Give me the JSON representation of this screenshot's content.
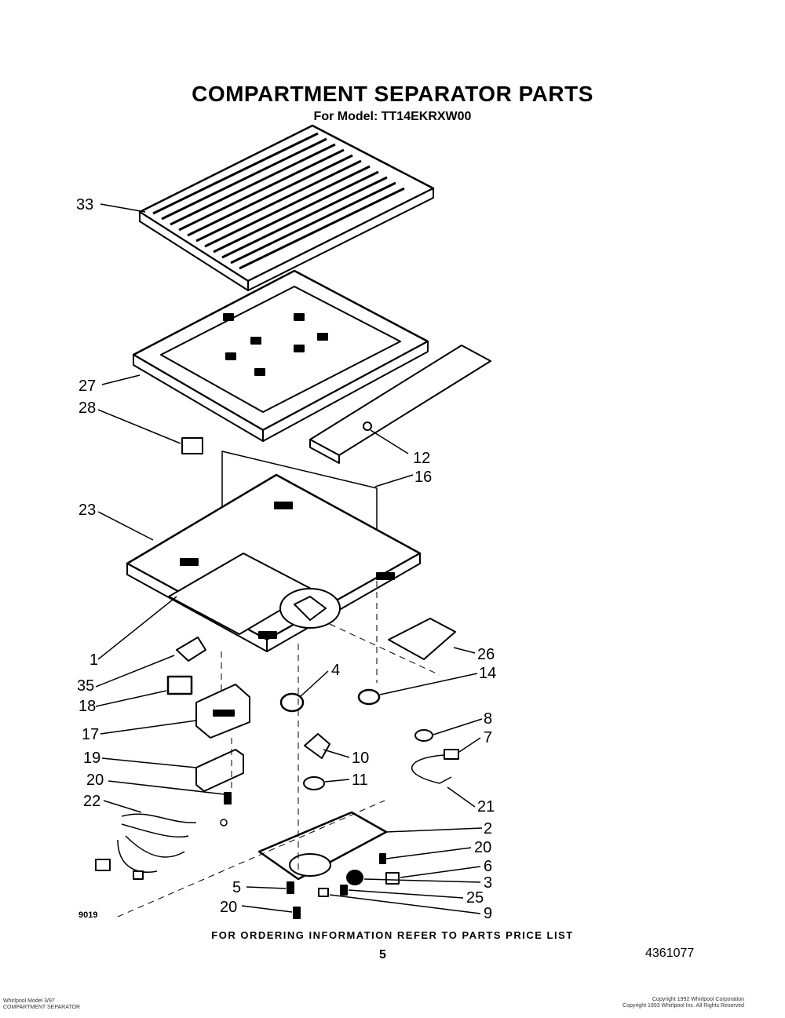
{
  "header": {
    "title": "COMPARTMENT SEPARATOR PARTS",
    "model": "For Model: TT14EKRXW00"
  },
  "callouts": [
    {
      "id": "c33",
      "label": "33"
    },
    {
      "id": "c27",
      "label": "27"
    },
    {
      "id": "c28",
      "label": "28"
    },
    {
      "id": "c12",
      "label": "12"
    },
    {
      "id": "c16",
      "label": "16"
    },
    {
      "id": "c23",
      "label": "23"
    },
    {
      "id": "c1",
      "label": "1"
    },
    {
      "id": "c26",
      "label": "26"
    },
    {
      "id": "c35",
      "label": "35"
    },
    {
      "id": "c4",
      "label": "4"
    },
    {
      "id": "c14",
      "label": "14"
    },
    {
      "id": "c18",
      "label": "18"
    },
    {
      "id": "c8",
      "label": "8"
    },
    {
      "id": "c17",
      "label": "17"
    },
    {
      "id": "c7",
      "label": "7"
    },
    {
      "id": "c19",
      "label": "19"
    },
    {
      "id": "c10",
      "label": "10"
    },
    {
      "id": "c11",
      "label": "11"
    },
    {
      "id": "c20a",
      "label": "20"
    },
    {
      "id": "c21",
      "label": "21"
    },
    {
      "id": "c22",
      "label": "22"
    },
    {
      "id": "c2",
      "label": "2"
    },
    {
      "id": "c20b",
      "label": "20"
    },
    {
      "id": "c6",
      "label": "6"
    },
    {
      "id": "c3",
      "label": "3"
    },
    {
      "id": "c5",
      "label": "5"
    },
    {
      "id": "c25",
      "label": "25"
    },
    {
      "id": "c20c",
      "label": "20"
    },
    {
      "id": "c9",
      "label": "9"
    }
  ],
  "figure_code": "9019",
  "footer": {
    "ordering_note": "FOR ORDERING INFORMATION REFER TO PARTS PRICE LIST",
    "page_number": "5",
    "document_number": "4361077",
    "bottom_left_line1": "Whirlpool Model 3/97",
    "bottom_left_line2": "COMPARTMENT SEPARATOR",
    "bottom_right_line1": "Copyright 1992 Whirlpool Corporation",
    "bottom_right_line2": "Copyright 1993 Whirlpool Inc. All Rights Reserved"
  }
}
